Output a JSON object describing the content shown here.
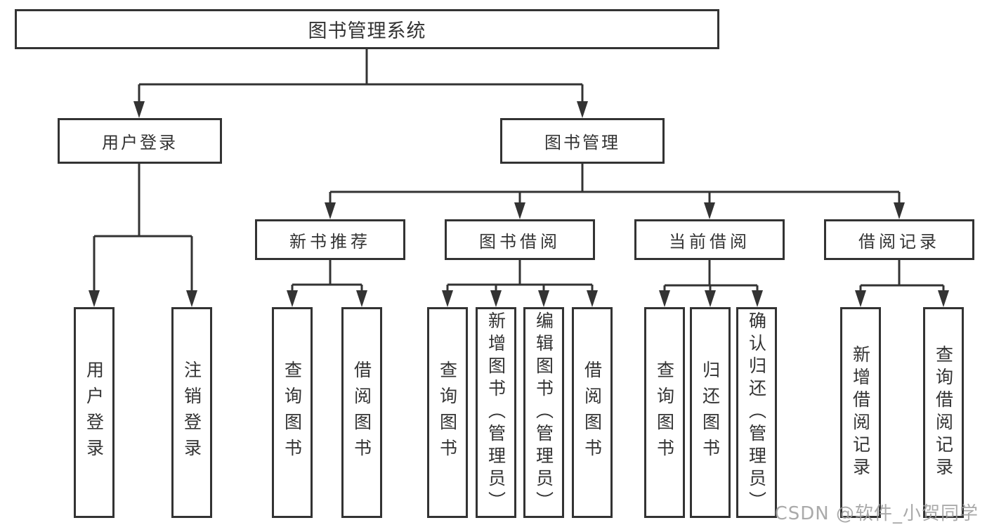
{
  "diagram_title": "图书管理系统",
  "tree": {
    "root": {
      "label": "图书管理系统"
    },
    "branches": [
      {
        "label": "用户登录",
        "children": [
          {
            "label": "用户登录"
          },
          {
            "label": "注销登录"
          }
        ]
      },
      {
        "label": "图书管理",
        "children": [
          {
            "label": "新书推荐",
            "children": [
              {
                "label": "查询图书"
              },
              {
                "label": "借阅图书"
              }
            ]
          },
          {
            "label": "图书借阅",
            "children": [
              {
                "label": "查询图书"
              },
              {
                "label": "新增图书（管理员）"
              },
              {
                "label": "编辑图书（管理员）"
              },
              {
                "label": "借阅图书"
              }
            ]
          },
          {
            "label": "当前借阅",
            "children": [
              {
                "label": "查询图书"
              },
              {
                "label": "归还图书"
              },
              {
                "label": "确认归还（管理员）"
              }
            ]
          },
          {
            "label": "借阅记录",
            "children": [
              {
                "label": "新增借阅记录"
              },
              {
                "label": "查询借阅记录"
              }
            ]
          }
        ]
      }
    ]
  },
  "watermark": {
    "text": "CSDN @软件_小贺同学"
  },
  "colors": {
    "line": "#333333",
    "box_border": "#333333",
    "text": "#333333",
    "background": "#ffffff",
    "watermark": "#9e9e9e"
  }
}
